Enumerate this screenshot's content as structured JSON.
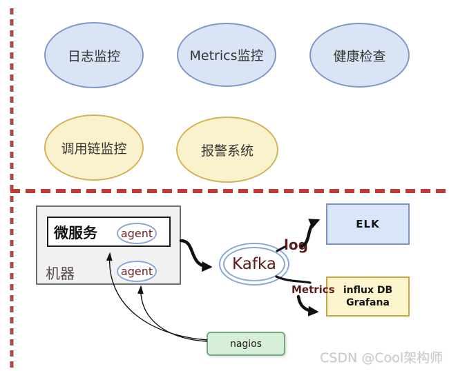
{
  "diagram": {
    "top_nodes": [
      {
        "label": "日志监控"
      },
      {
        "label": "Metrics监控"
      },
      {
        "label": "健康检查"
      },
      {
        "label": "调用链监控"
      },
      {
        "label": "报警系统"
      }
    ],
    "machine": {
      "label": "机器",
      "microservice_label": "微服务",
      "agent1_label": "agent",
      "agent2_label": "agent"
    },
    "kafka_label": "Kafka",
    "elk_label": "ELK",
    "influx_line1": "influx DB",
    "influx_line2": "Grafana",
    "nagios_label": "nagios",
    "edge_labels": {
      "log": "log",
      "metrics": "Metrics"
    }
  },
  "watermark": "CSDN @Cool架构师",
  "colors": {
    "blue_fill": "#dae4f5",
    "blue_border": "#8098c5",
    "yellow_fill": "#faf2cc",
    "yellow_border": "#d2b456",
    "elk_fill": "#d9e5f8",
    "elk_border": "#7a94c8",
    "influx_fill": "#fdf5cd",
    "influx_border": "#c8a53e",
    "nagios_fill": "#d7eed9",
    "nagios_border": "#74a97c",
    "machine_fill": "#f1f1f1",
    "machine_border": "#6e6e6e",
    "agent_border": "#8aa7d8",
    "maroon_text": "#5c1a1a",
    "dashed_vertical_line": "#a84845",
    "dashed_horizontal_line": "#c03a3a",
    "watermark_gray": "#c9c9c9"
  }
}
